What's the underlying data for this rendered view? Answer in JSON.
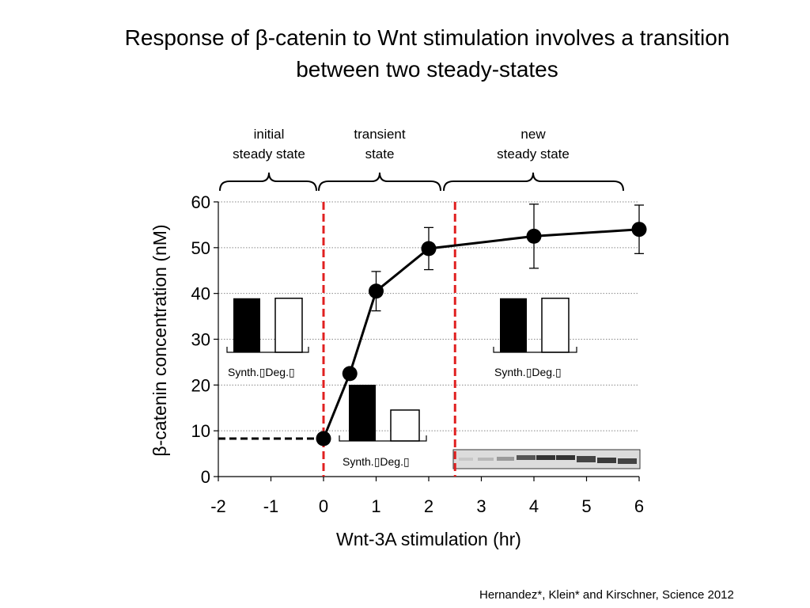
{
  "slide": {
    "title_line1": "Response of β-catenin to Wnt stimulation involves a transition",
    "title_line2": "between two steady-states",
    "citation": "Hernandez*, Klein* and Kirschner, Science 2012"
  },
  "regions": [
    {
      "line1": "initial",
      "line2": "steady state"
    },
    {
      "line1": "transient",
      "line2": "state"
    },
    {
      "line1": "new",
      "line2": "steady state"
    }
  ],
  "insets": {
    "label": "Synth.▯Deg.▯",
    "initial": {
      "synth": 39,
      "deg": 39
    },
    "transient": {
      "synth": 20,
      "deg": 11
    },
    "new": {
      "synth": 39,
      "deg": 39
    }
  },
  "colors": {
    "series": "#000000",
    "transition_line": "#e02020",
    "grid": "#888888"
  },
  "chart_data": {
    "type": "line",
    "title": "",
    "xlabel": "Wnt-3A stimulation (hr)",
    "ylabel": "β-catenin concentration (nM)",
    "xlim": [
      -2,
      6
    ],
    "ylim": [
      0,
      60
    ],
    "xticks": [
      -2,
      -1,
      0,
      1,
      2,
      3,
      4,
      5,
      6
    ],
    "yticks": [
      0,
      10,
      20,
      30,
      40,
      50,
      60
    ],
    "grid": "horizontal dotted",
    "series": [
      {
        "x": [
          0,
          0.5,
          1,
          2,
          4,
          6
        ],
        "y": [
          8.3,
          22.5,
          40.5,
          49.8,
          52.5,
          54
        ],
        "error": [
          0,
          0,
          4.3,
          4.6,
          7,
          5.3
        ]
      }
    ],
    "baseline": {
      "x": [
        -2,
        0
      ],
      "y": 8.3,
      "style": "dashed"
    },
    "transitions": [
      0,
      2.5
    ]
  }
}
